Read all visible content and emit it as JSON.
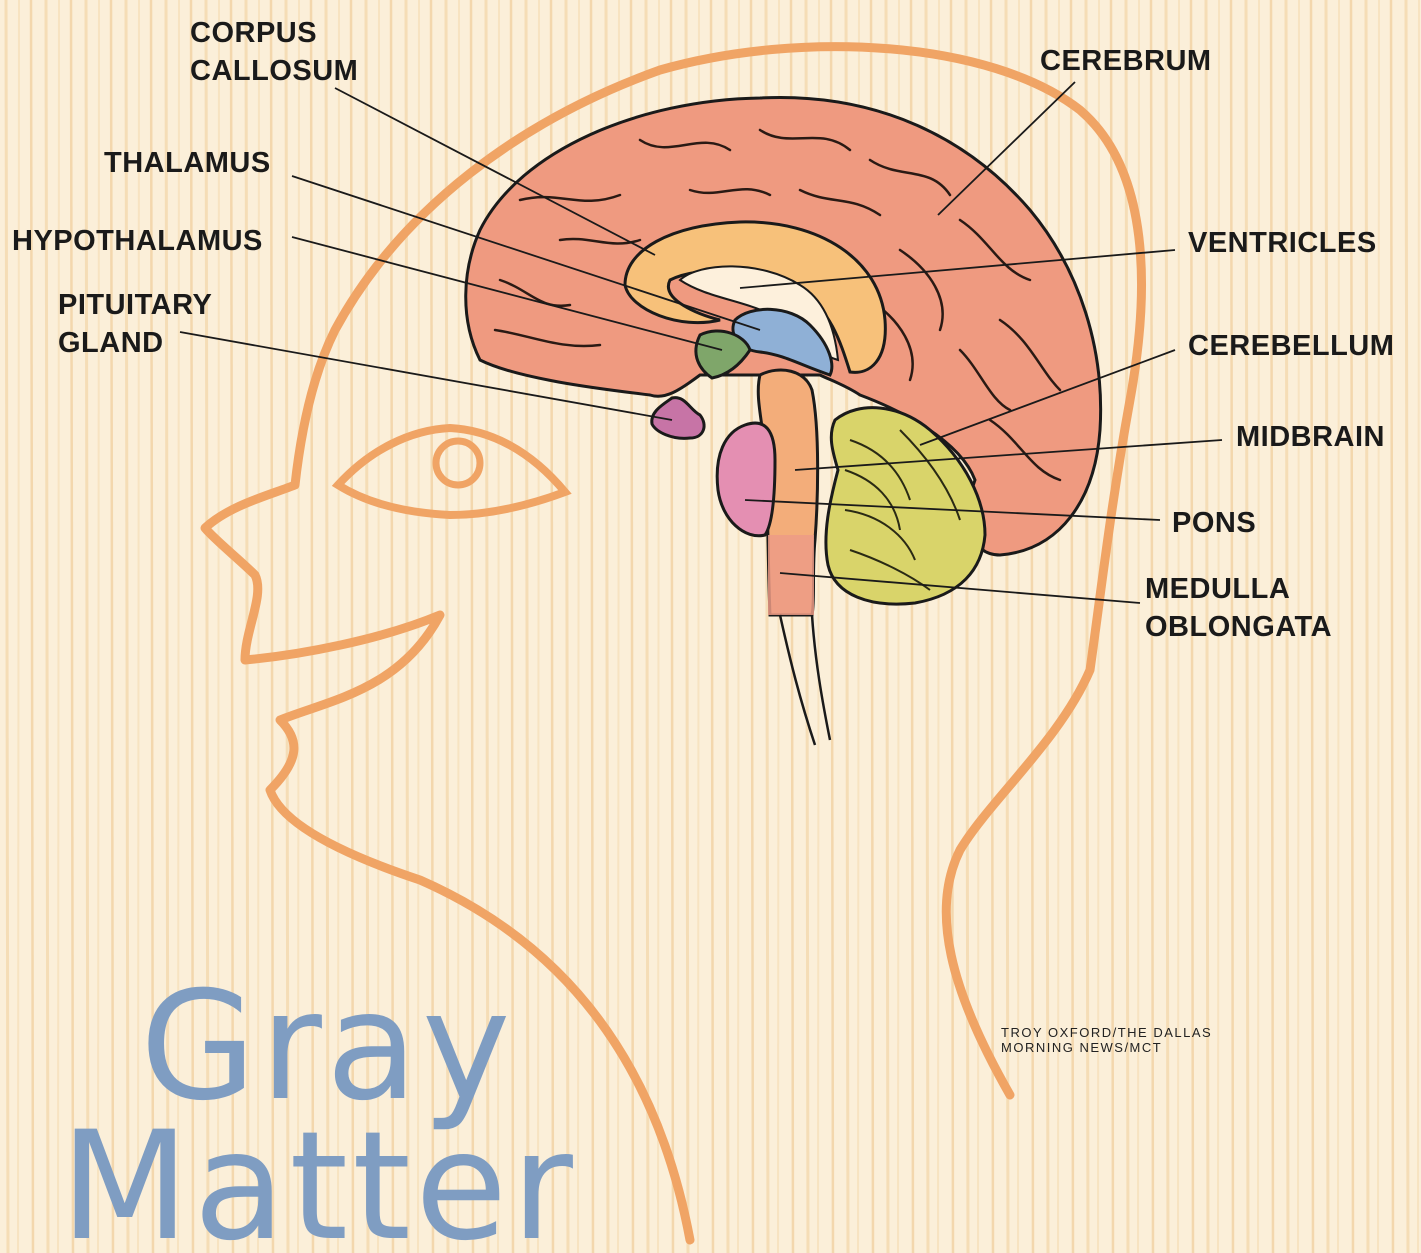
{
  "labels": {
    "corpus_callosum": [
      "CORPUS",
      "CALLOSUM"
    ],
    "cerebrum": "CEREBRUM",
    "thalamus": "THALAMUS",
    "ventricles": "VENTRICLES",
    "hypothalamus": "HYPOTHALAMUS",
    "pituitary_gland": [
      "PITUITARY",
      "GLAND"
    ],
    "cerebellum": "CEREBELLUM",
    "midbrain": "MIDBRAIN",
    "pons": "PONS",
    "medulla_oblongata": [
      "MEDULLA",
      "OBLONGATA"
    ]
  },
  "title": [
    "Gray",
    "Matter"
  ],
  "credit": [
    "TROY OXFORD/THE DALLAS",
    "MORNING NEWS/MCT"
  ],
  "colors": {
    "background": "#fbf3e6",
    "head_outline": "#f0a465",
    "cerebrum": "#ef9a80",
    "corpus_callosum": "#f7c17a",
    "ventricles": "#fdf0dc",
    "thalamus": "#8fb0d6",
    "hypothalamus": "#7fa66a",
    "pituitary": "#c774a6",
    "pons": "#e48fb2",
    "brainstem": "#f3ad7a",
    "cerebellum": "#d9d46a",
    "title": "#7f9dc2"
  }
}
